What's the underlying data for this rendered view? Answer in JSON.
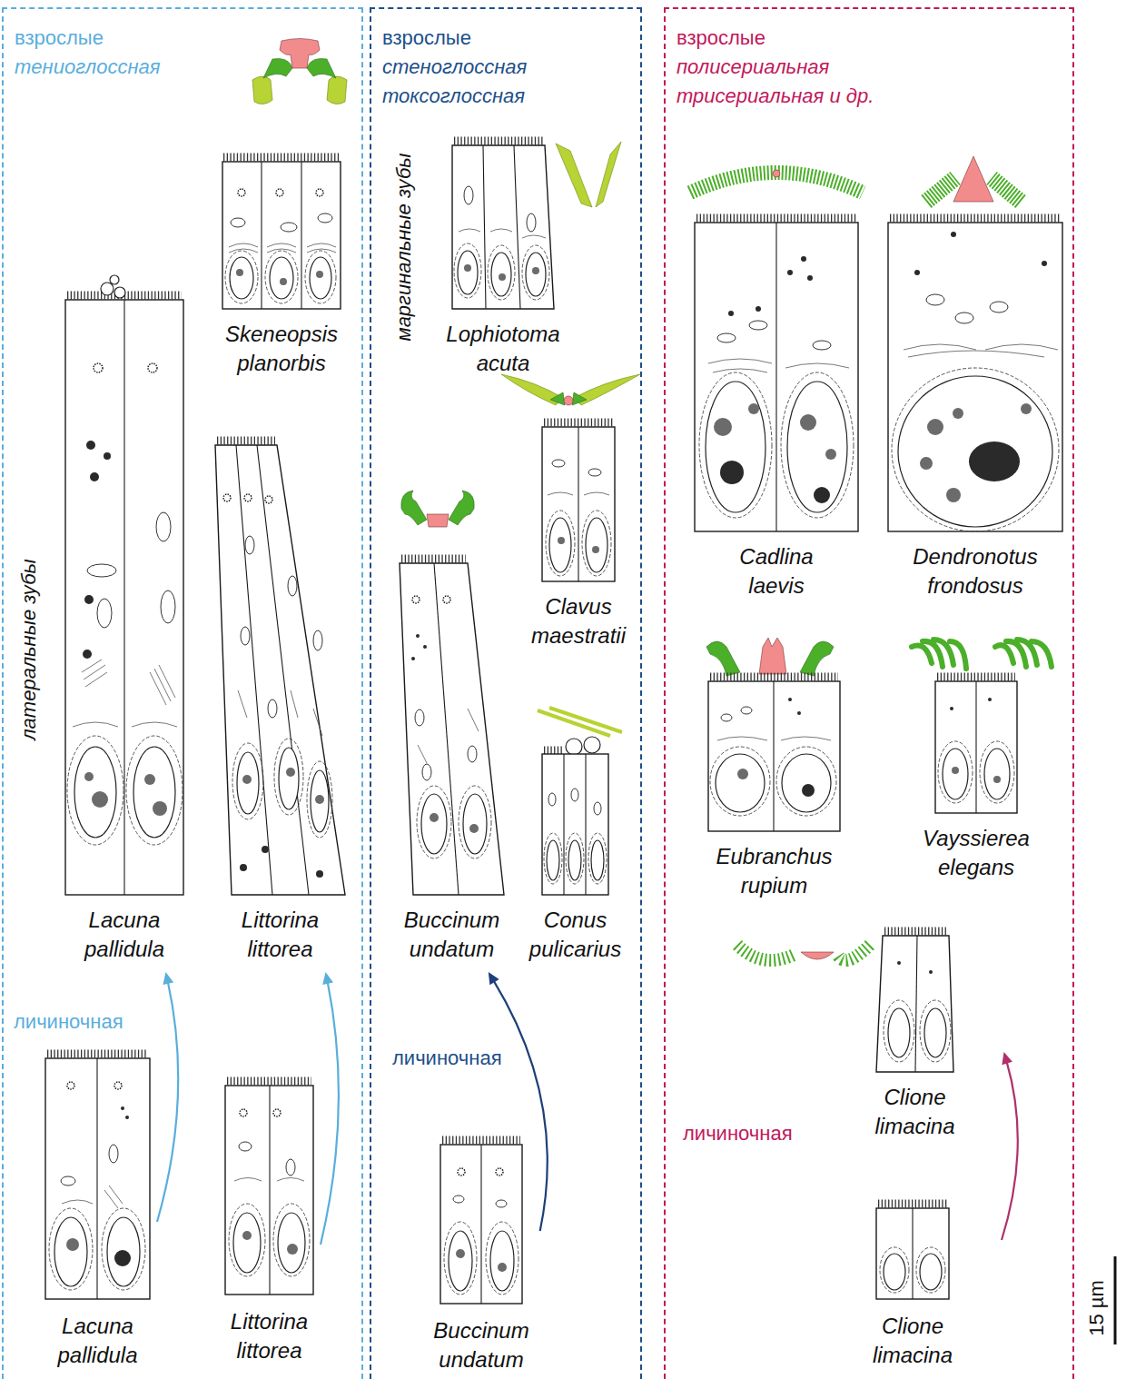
{
  "diagram": {
    "nodes": [
      {
        "text": [
          "взрослые",
          "тениоглоссная"
        ]
      },
      {
        "text": [
          "взрослые",
          "стеноглоссная",
          "токсоглоссная"
        ]
      },
      {
        "text": [
          "взрослые",
          "полисериальная",
          "трисериальная и др."
        ]
      },
      {
        "text": [
          "Skeneopsis planorbis"
        ],
        "in": 0
      },
      {
        "text": [
          "Lacuna pallidula"
        ],
        "in": 0
      },
      {
        "text": [
          "Littorina littorea"
        ],
        "in": 0
      },
      {
        "text": [
          "Lacuna pallidula"
        ],
        "in": 0
      },
      {
        "text": [
          "Littorina littorea"
        ],
        "in": 0
      },
      {
        "text": [
          "Lophiotoma acuta"
        ],
        "in": 1
      },
      {
        "text": [
          "Clavus maestratii"
        ],
        "in": 1
      },
      {
        "text": [
          "Buccinum undatum"
        ],
        "in": 1
      },
      {
        "text": [
          "Conus pulicarius"
        ],
        "in": 1
      },
      {
        "text": [
          "Buccinum undatum"
        ],
        "in": 1
      },
      {
        "text": [
          "Cadlina laevis"
        ],
        "in": 2
      },
      {
        "text": [
          "Dendronotus frondosus"
        ],
        "in": 2
      },
      {
        "text": [
          "Eubranchus rupium"
        ],
        "in": 2
      },
      {
        "text": [
          "Vayssierea elegans"
        ],
        "in": 2
      },
      {
        "text": [
          "Clione limacina"
        ],
        "in": 2
      },
      {
        "text": [
          "Clione limacina"
        ],
        "in": 2
      }
    ],
    "edges": [
      {
        "from": 6,
        "to": 4,
        "arrow": "to"
      },
      {
        "from": 7,
        "to": 5,
        "arrow": "to"
      },
      {
        "from": 12,
        "to": 10,
        "arrow": "to"
      },
      {
        "from": 18,
        "to": 17,
        "arrow": "to"
      }
    ],
    "labels": [
      "латеральные зубы",
      "маргинальные зубы",
      "личиночная",
      "личиночная",
      "личиночная",
      "15 µm"
    ]
  }
}
